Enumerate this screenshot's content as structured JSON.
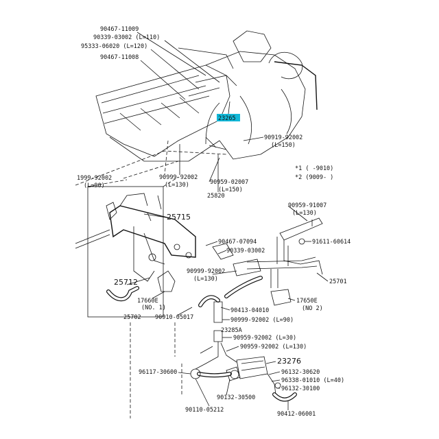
{
  "labels": [
    {
      "id": "l1",
      "text": "90467-11009"
    },
    {
      "id": "l2",
      "text": "90339-03002 (L=110)"
    },
    {
      "id": "l3",
      "text": "95333-06020 (L=120)"
    },
    {
      "id": "l4",
      "text": "90467-11008"
    },
    {
      "id": "l5",
      "text": "23265"
    },
    {
      "id": "l6",
      "text": "90919-92002"
    },
    {
      "id": "l7",
      "text": "(L=150)"
    },
    {
      "id": "l8",
      "text": "90999-92002"
    },
    {
      "id": "l9",
      "text": "(L=130)"
    },
    {
      "id": "l10",
      "text": "90959-02007"
    },
    {
      "id": "l11",
      "text": "(L=150)"
    },
    {
      "id": "l12",
      "text": "25820"
    },
    {
      "id": "l13",
      "text": "*1 (  -9010)"
    },
    {
      "id": "l14",
      "text": "*2 (9009-  )"
    },
    {
      "id": "l15",
      "text": "1999-92002"
    },
    {
      "id": "l16",
      "text": "(L=90)"
    },
    {
      "id": "l17",
      "text": "25715"
    },
    {
      "id": "l18",
      "text": "90959-91007"
    },
    {
      "id": "l19",
      "text": "(L=130)"
    },
    {
      "id": "l20",
      "text": "90467-07094"
    },
    {
      "id": "l21",
      "text": "90339-03002"
    },
    {
      "id": "l22",
      "text": "91611-60614"
    },
    {
      "id": "l23",
      "text": "90999-92002"
    },
    {
      "id": "l24",
      "text": "(L=130)"
    },
    {
      "id": "l25",
      "text": "25712"
    },
    {
      "id": "l26",
      "text": "25701"
    },
    {
      "id": "l27",
      "text": "17660E"
    },
    {
      "id": "l28",
      "text": "(NO. 1)"
    },
    {
      "id": "l29",
      "text": "90413-04010"
    },
    {
      "id": "l30",
      "text": "17650E"
    },
    {
      "id": "l31",
      "text": "(NO 2)"
    },
    {
      "id": "l32",
      "text": "25702"
    },
    {
      "id": "l33",
      "text": "90910-05017"
    },
    {
      "id": "l34",
      "text": "90999-92002 (L=90)"
    },
    {
      "id": "l35",
      "text": "23285A"
    },
    {
      "id": "l36",
      "text": "90959-92002 (L=30)"
    },
    {
      "id": "l37",
      "text": "90959-92002 (L=130)"
    },
    {
      "id": "l38",
      "text": "23276"
    },
    {
      "id": "l39",
      "text": "96117-30600"
    },
    {
      "id": "l40",
      "text": "96132-30620"
    },
    {
      "id": "l41",
      "text": "96338-01010 (L=40)"
    },
    {
      "id": "l42",
      "text": "96132-30100"
    },
    {
      "id": "l43",
      "text": "90132-30500"
    },
    {
      "id": "l44",
      "text": "90110-05212"
    },
    {
      "id": "l45",
      "text": "90412-06001"
    }
  ]
}
